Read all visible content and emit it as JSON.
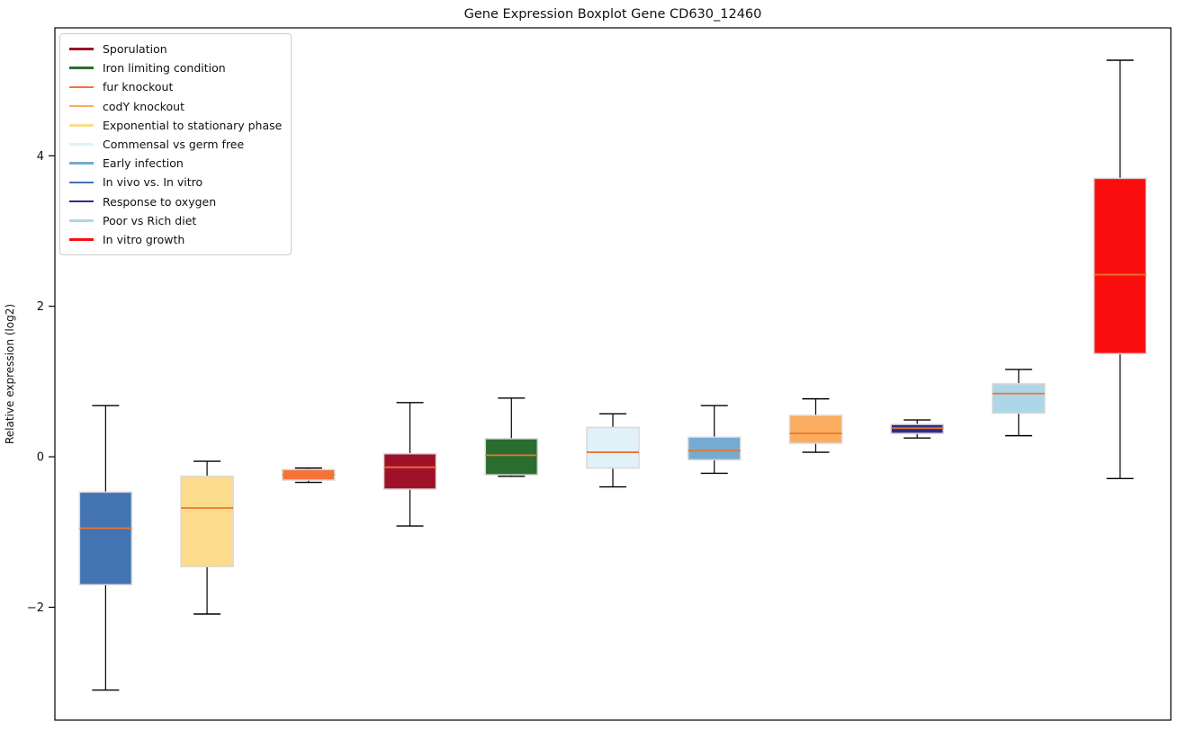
{
  "figure": {
    "title": "Gene Expression Boxplot Gene CD630_12460",
    "ylabel": "Relative expression (log2)"
  },
  "axes": {
    "yticks": [
      {
        "value": 4,
        "label": "4"
      },
      {
        "value": 2,
        "label": "2"
      },
      {
        "value": 0,
        "label": "0"
      },
      {
        "value": -2,
        "label": "−2"
      }
    ]
  },
  "style_colors": {
    "median_line": "#ed752c",
    "box_edge": "#d8d8d8",
    "whisker": "#000000",
    "axis": "#000000",
    "legend_border": "#cccccc",
    "text": "#111111"
  },
  "legend": {
    "items": [
      {
        "label": "Sporulation",
        "color": "#9f1129"
      },
      {
        "label": "Iron limiting condition",
        "color": "#2a6e2f"
      },
      {
        "label": "fur knockout",
        "color": "#f5713d"
      },
      {
        "label": "codY knockout",
        "color": "#fbac5f"
      },
      {
        "label": "Exponential to stationary phase",
        "color": "#fcdc8c"
      },
      {
        "label": "Commensal vs germ free",
        "color": "#e1f1f8"
      },
      {
        "label": "Early infection",
        "color": "#74abd3"
      },
      {
        "label": "In vivo vs. In vitro",
        "color": "#4273b3"
      },
      {
        "label": "Response to oxygen",
        "color": "#2c2d8a"
      },
      {
        "label": "Poor vs Rich diet",
        "color": "#add6e8"
      },
      {
        "label": "In vitro growth",
        "color": "#fc0d0d"
      }
    ]
  },
  "chart_data": {
    "type": "box",
    "title": "Gene Expression Boxplot Gene CD630_12460",
    "xlabel": "",
    "ylabel": "Relative expression (log2)",
    "ylim": [
      -3.5,
      5.7
    ],
    "yticks": [
      -2,
      0,
      2,
      4
    ],
    "grid": false,
    "legend_position": "upper left",
    "boxes": [
      {
        "label": "In vivo vs. In vitro",
        "color": "#4273b3",
        "whislo": -3.1,
        "q1": -1.7,
        "med": -0.95,
        "q3": -0.47,
        "whishi": 0.68
      },
      {
        "label": "Exponential to stationary phase",
        "color": "#fcdc8c",
        "whislo": -2.09,
        "q1": -1.46,
        "med": -0.68,
        "q3": -0.26,
        "whishi": -0.06
      },
      {
        "label": "fur knockout",
        "color": "#f5713d",
        "whislo": -0.34,
        "q1": -0.31,
        "med": -0.24,
        "q3": -0.17,
        "whishi": -0.15
      },
      {
        "label": "Sporulation",
        "color": "#9f1129",
        "whislo": -0.92,
        "q1": -0.43,
        "med": -0.14,
        "q3": 0.04,
        "whishi": 0.72
      },
      {
        "label": "Iron limiting condition",
        "color": "#2a6e2f",
        "whislo": -0.26,
        "q1": -0.24,
        "med": 0.02,
        "q3": 0.24,
        "whishi": 0.78
      },
      {
        "label": "Commensal vs germ free",
        "color": "#e1f1f8",
        "whislo": -0.4,
        "q1": -0.15,
        "med": 0.06,
        "q3": 0.39,
        "whishi": 0.57
      },
      {
        "label": "Early infection",
        "color": "#74abd3",
        "whislo": -0.22,
        "q1": -0.04,
        "med": 0.08,
        "q3": 0.26,
        "whishi": 0.68
      },
      {
        "label": "codY knockout",
        "color": "#fbac5f",
        "whislo": 0.06,
        "q1": 0.18,
        "med": 0.31,
        "q3": 0.55,
        "whishi": 0.77
      },
      {
        "label": "Response to oxygen",
        "color": "#2c2d8a",
        "whislo": 0.25,
        "q1": 0.31,
        "med": 0.38,
        "q3": 0.43,
        "whishi": 0.49
      },
      {
        "label": "Poor vs Rich diet",
        "color": "#add6e8",
        "whislo": 0.28,
        "q1": 0.58,
        "med": 0.84,
        "q3": 0.97,
        "whishi": 1.16
      },
      {
        "label": "In vitro growth",
        "color": "#fc0d0d",
        "whislo": -0.29,
        "q1": 1.37,
        "med": 2.42,
        "q3": 3.7,
        "whishi": 5.27
      }
    ]
  }
}
